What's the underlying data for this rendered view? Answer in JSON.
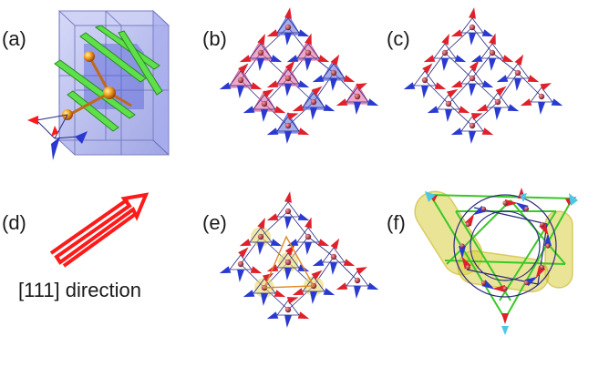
{
  "labels": {
    "a": "(a)",
    "b": "(b)",
    "c": "(c)",
    "d": "(d)",
    "e": "(e)",
    "f": "(f)"
  },
  "direction_text": "[111] direction",
  "colors": {
    "red_spin": "#e0202a",
    "blue_spin": "#2a3ad0",
    "green_bond": "#4fd43a",
    "orange_bond": "#e08a2a",
    "cube_fill": "#9aa3e8",
    "pink_tetra": "#e0609a",
    "blue_tetra": "#5a6ae0",
    "yellow_glow": "#e8d86a",
    "link": "#2a2a80",
    "arrow_red": "#ff1a1a",
    "cyan_tip": "#4ac8e8"
  }
}
